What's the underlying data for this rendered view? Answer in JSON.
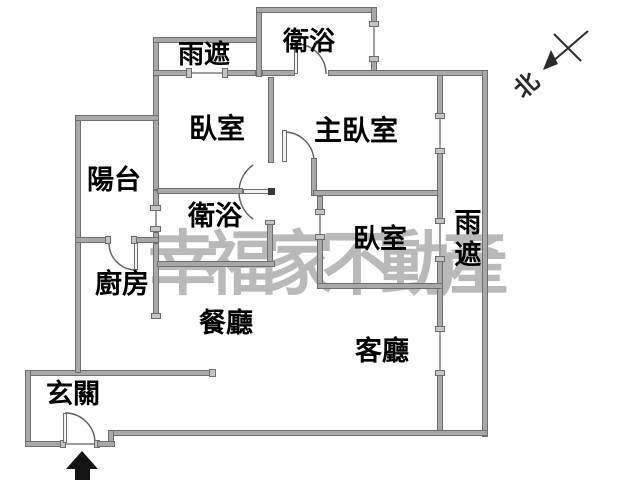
{
  "floorplan": {
    "rooms": [
      {
        "id": "rain-cover-top",
        "label": "雨遮"
      },
      {
        "id": "bathroom-top",
        "label": "衛浴"
      },
      {
        "id": "bedroom-left",
        "label": "臥室"
      },
      {
        "id": "master-bedroom",
        "label": "主臥室"
      },
      {
        "id": "balcony",
        "label": "陽台"
      },
      {
        "id": "bathroom-center",
        "label": "衛浴"
      },
      {
        "id": "bedroom-right",
        "label": "臥室"
      },
      {
        "id": "rain-cover-right",
        "label": "雨遮"
      },
      {
        "id": "kitchen",
        "label": "廚房"
      },
      {
        "id": "dining-room",
        "label": "餐廳"
      },
      {
        "id": "living-room",
        "label": "客廳"
      },
      {
        "id": "entryway",
        "label": "玄關"
      }
    ],
    "watermark": {
      "text": "幸福家不動產",
      "color": "#b9b9b9"
    },
    "compass": {
      "label": "北"
    },
    "colors": {
      "wall": "#a8a8a8",
      "wall_edge": "#6f6f6f",
      "label": "#000000"
    }
  }
}
